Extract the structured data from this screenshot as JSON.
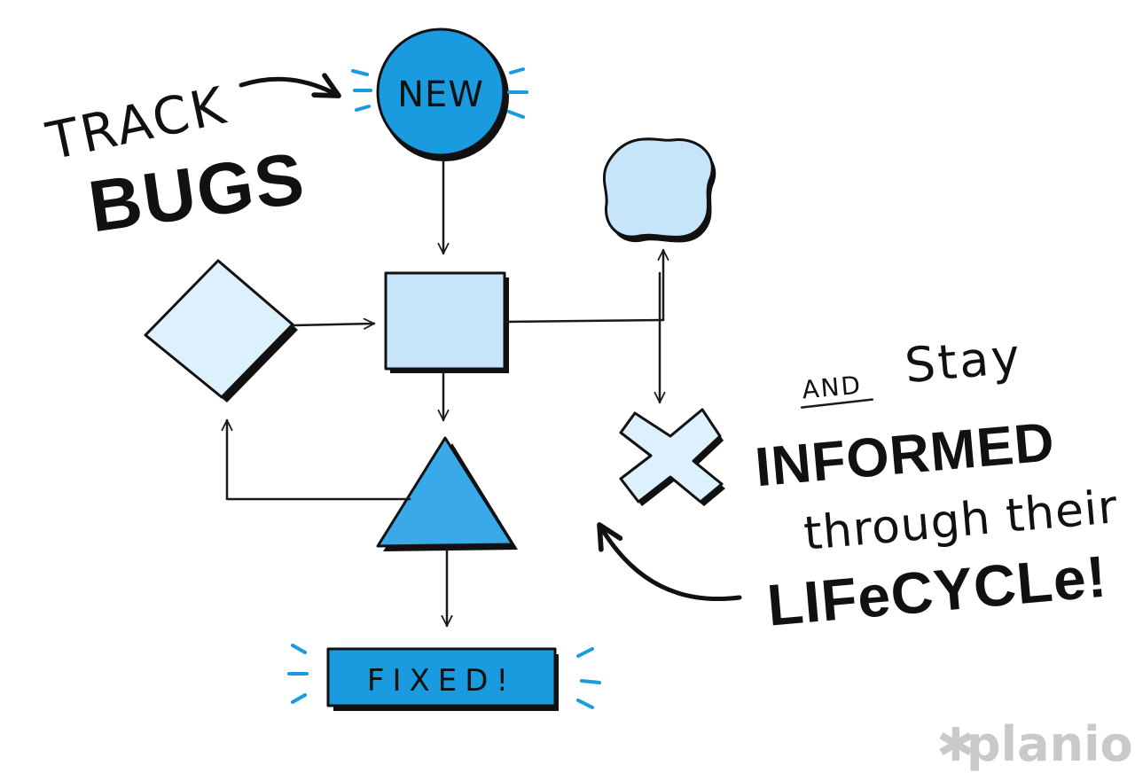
{
  "texts": {
    "track": "TRACK",
    "bugs": "BUGS",
    "new_label": "NEW",
    "fixed_label": "FIXED!",
    "and": "AND",
    "stay": "Stay",
    "informed": "INFORMED",
    "through_their": "through their",
    "lifecycle": "LIFeCYCLe!",
    "logo": "planio"
  },
  "colors": {
    "accent_blue": "#1a9be0",
    "dark_blue": "#1784cf",
    "light_blue": "#c6e5fb",
    "pale_blue": "#dcf0fd",
    "ink": "#111111",
    "logo_gray": "#c9c9c9"
  },
  "icons": {
    "logo_mark": "asterisk-icon"
  }
}
